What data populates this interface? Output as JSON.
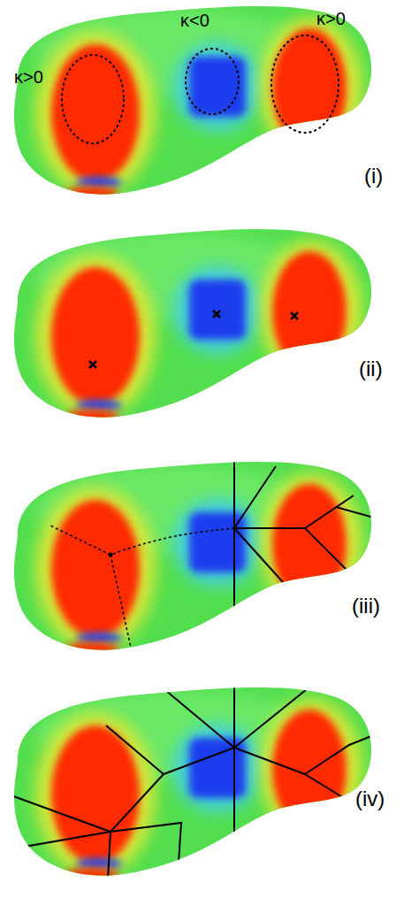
{
  "diagram": {
    "labels": [
      "κ>0",
      "κ<0",
      "κ>0",
      "(i)",
      "(ii)",
      "(iii)",
      "(iv)"
    ]
  }
}
